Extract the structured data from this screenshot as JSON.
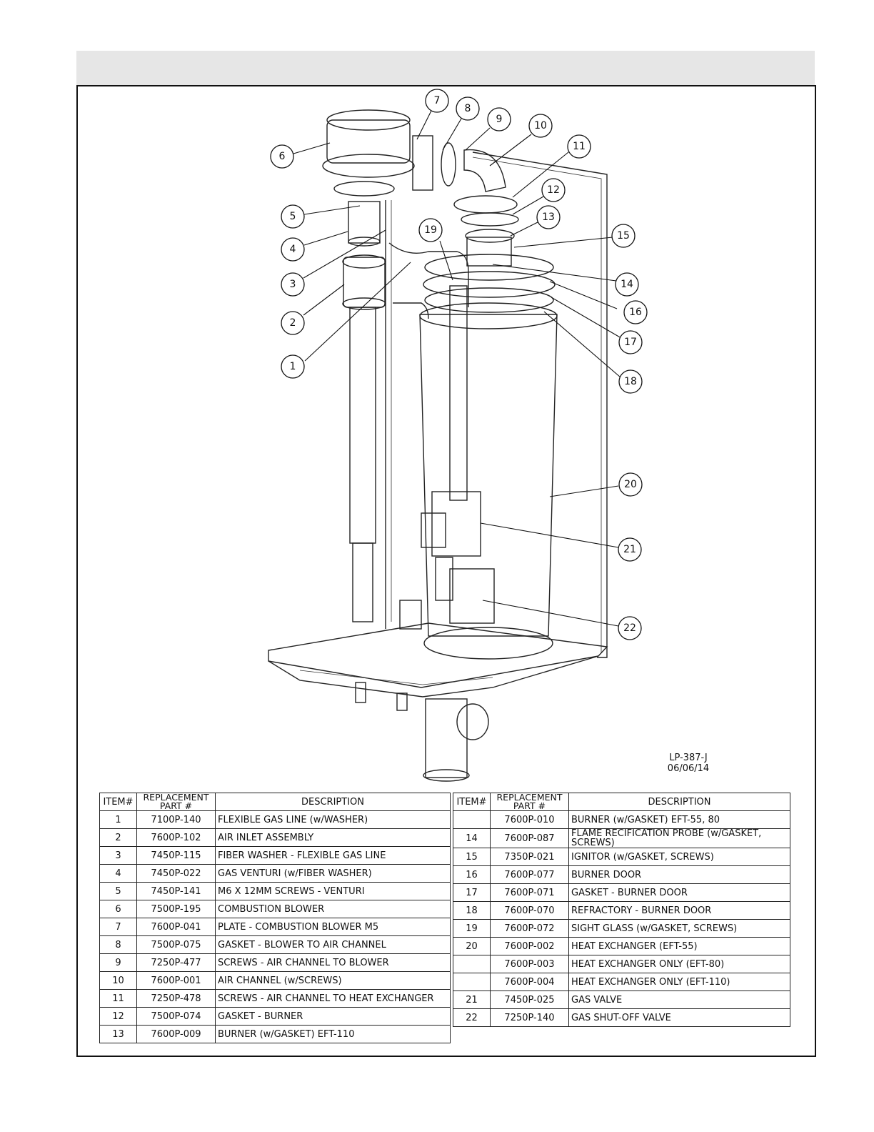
{
  "drawing": {
    "callouts": [
      "1",
      "2",
      "3",
      "4",
      "5",
      "6",
      "7",
      "8",
      "9",
      "10",
      "11",
      "12",
      "13",
      "14",
      "15",
      "16",
      "17",
      "18",
      "19",
      "20",
      "21",
      "22"
    ],
    "drawing_number": "LP-387-J",
    "drawing_date": "06/06/14"
  },
  "table_headers": {
    "item": "ITEM#",
    "part": "REPLACEMENT PART #",
    "desc": "DESCRIPTION"
  },
  "left_table": [
    {
      "item": "1",
      "part": "7100P-140",
      "desc": "FLEXIBLE GAS LINE (w/WASHER)"
    },
    {
      "item": "2",
      "part": "7600P-102",
      "desc": "AIR INLET ASSEMBLY"
    },
    {
      "item": "3",
      "part": "7450P-115",
      "desc": "FIBER WASHER - FLEXIBLE GAS LINE"
    },
    {
      "item": "4",
      "part": "7450P-022",
      "desc": "GAS VENTURI (w/FIBER WASHER)"
    },
    {
      "item": "5",
      "part": "7450P-141",
      "desc": "M6 X 12MM SCREWS - VENTURI"
    },
    {
      "item": "6",
      "part": "7500P-195",
      "desc": "COMBUSTION BLOWER"
    },
    {
      "item": "7",
      "part": "7600P-041",
      "desc": "PLATE - COMBUSTION BLOWER M5"
    },
    {
      "item": "8",
      "part": "7500P-075",
      "desc": "GASKET - BLOWER TO AIR CHANNEL"
    },
    {
      "item": "9",
      "part": "7250P-477",
      "desc": "SCREWS - AIR CHANNEL TO BLOWER"
    },
    {
      "item": "10",
      "part": "7600P-001",
      "desc": "AIR CHANNEL (w/SCREWS)"
    },
    {
      "item": "11",
      "part": "7250P-478",
      "desc": "SCREWS - AIR CHANNEL TO HEAT EXCHANGER"
    },
    {
      "item": "12",
      "part": "7500P-074",
      "desc": "GASKET - BURNER"
    },
    {
      "item": "13",
      "part": "7600P-009",
      "desc": "BURNER (w/GASKET) EFT-110"
    }
  ],
  "right_table": [
    {
      "item": "",
      "part": "7600P-010",
      "desc": "BURNER (w/GASKET) EFT-55, 80"
    },
    {
      "item": "14",
      "part": "7600P-087",
      "desc": "FLAME RECIFICATION PROBE  (w/GASKET, SCREWS)"
    },
    {
      "item": "15",
      "part": "7350P-021",
      "desc": "IGNITOR (w/GASKET, SCREWS)"
    },
    {
      "item": "16",
      "part": "7600P-077",
      "desc": "BURNER DOOR"
    },
    {
      "item": "17",
      "part": "7600P-071",
      "desc": "GASKET - BURNER DOOR"
    },
    {
      "item": "18",
      "part": "7600P-070",
      "desc": "REFRACTORY - BURNER DOOR"
    },
    {
      "item": "19",
      "part": "7600P-072",
      "desc": "SIGHT GLASS (w/GASKET, SCREWS)"
    },
    {
      "item": "20",
      "part": "7600P-002",
      "desc": "HEAT EXCHANGER (EFT-55)"
    },
    {
      "item": "",
      "part": "7600P-003",
      "desc": "HEAT EXCHANGER ONLY (EFT-80)"
    },
    {
      "item": "",
      "part": "7600P-004",
      "desc": "HEAT EXCHANGER ONLY (EFT-110)"
    },
    {
      "item": "21",
      "part": "7450P-025",
      "desc": "GAS VALVE"
    },
    {
      "item": "22",
      "part": "7250P-140",
      "desc": "GAS SHUT-OFF VALVE"
    }
  ]
}
